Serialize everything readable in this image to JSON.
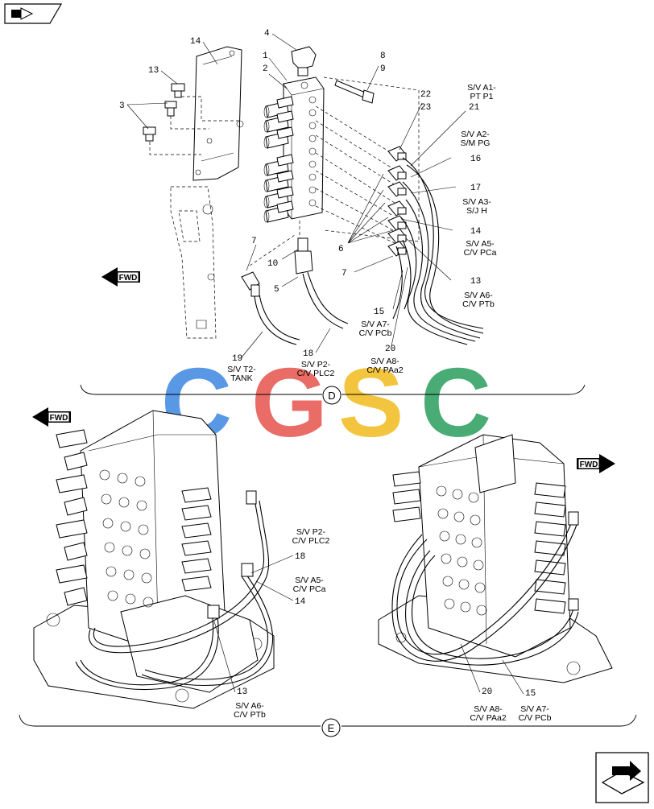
{
  "nav": {
    "top_left_icon": "book-arrow-icon",
    "bottom_right_icon": "book-arrow-icon"
  },
  "fwd_label": "FWD",
  "watermark": {
    "letters": [
      "C",
      "G",
      "S",
      "C"
    ],
    "colors": [
      "#4a90e2",
      "#e8605a",
      "#f2c12e",
      "#3aa66a"
    ]
  },
  "views": {
    "d": {
      "letter": "D"
    },
    "e": {
      "letter": "E"
    }
  },
  "callouts_d": [
    {
      "id": "n14",
      "text": "14"
    },
    {
      "id": "n13",
      "text": "13"
    },
    {
      "id": "n3",
      "text": "3"
    },
    {
      "id": "n4",
      "text": "4"
    },
    {
      "id": "n1",
      "text": "1"
    },
    {
      "id": "n2",
      "text": "2"
    },
    {
      "id": "n8",
      "text": "8"
    },
    {
      "id": "n9",
      "text": "9"
    },
    {
      "id": "n22",
      "text": "22"
    },
    {
      "id": "n23",
      "text": "23"
    },
    {
      "id": "n21",
      "text": "21"
    },
    {
      "id": "n16",
      "text": "16"
    },
    {
      "id": "n17",
      "text": "17"
    },
    {
      "id": "n14b",
      "text": "14"
    },
    {
      "id": "n6",
      "text": "6"
    },
    {
      "id": "n7",
      "text": "7"
    },
    {
      "id": "n7b",
      "text": "7"
    },
    {
      "id": "n10",
      "text": "10"
    },
    {
      "id": "n5",
      "text": "5"
    },
    {
      "id": "n13b",
      "text": "13"
    },
    {
      "id": "n15",
      "text": "15"
    },
    {
      "id": "n20",
      "text": "20"
    },
    {
      "id": "n19",
      "text": "19"
    },
    {
      "id": "n18",
      "text": "18"
    }
  ],
  "labels_d": [
    {
      "id": "a1",
      "lines": [
        "S/V A1-",
        "PT P1"
      ]
    },
    {
      "id": "a2",
      "lines": [
        "S/V A2-",
        "S/M PG"
      ]
    },
    {
      "id": "a3",
      "lines": [
        "S/V A3-",
        "S/J H"
      ]
    },
    {
      "id": "a5",
      "lines": [
        "S/V A5-",
        "C/V PCa"
      ]
    },
    {
      "id": "a6",
      "lines": [
        "S/V A6-",
        "C/V PTb"
      ]
    },
    {
      "id": "a7",
      "lines": [
        "S/V A7-",
        "C/V PCb"
      ]
    },
    {
      "id": "a8",
      "lines": [
        "S/V A8-",
        "C/V PAa2"
      ]
    },
    {
      "id": "t2",
      "lines": [
        "S/V T2-",
        "TANK"
      ]
    },
    {
      "id": "p2",
      "lines": [
        "S/V P2-",
        "C/V PLC2"
      ]
    }
  ],
  "callouts_e": [
    {
      "id": "e18",
      "text": "18"
    },
    {
      "id": "e14",
      "text": "14"
    },
    {
      "id": "e13",
      "text": "13"
    },
    {
      "id": "e20",
      "text": "20"
    },
    {
      "id": "e15",
      "text": "15"
    }
  ],
  "labels_e": [
    {
      "id": "ep2",
      "lines": [
        "S/V P2-",
        "C/V PLC2"
      ]
    },
    {
      "id": "ea5",
      "lines": [
        "S/V A5-",
        "C/V PCa"
      ]
    },
    {
      "id": "ea6",
      "lines": [
        "S/V A6-",
        "C/V PTb"
      ]
    },
    {
      "id": "ea8",
      "lines": [
        "S/V A8-",
        "C/V PAa2"
      ]
    },
    {
      "id": "ea7",
      "lines": [
        "S/V A7-",
        "C/V PCb"
      ]
    }
  ]
}
